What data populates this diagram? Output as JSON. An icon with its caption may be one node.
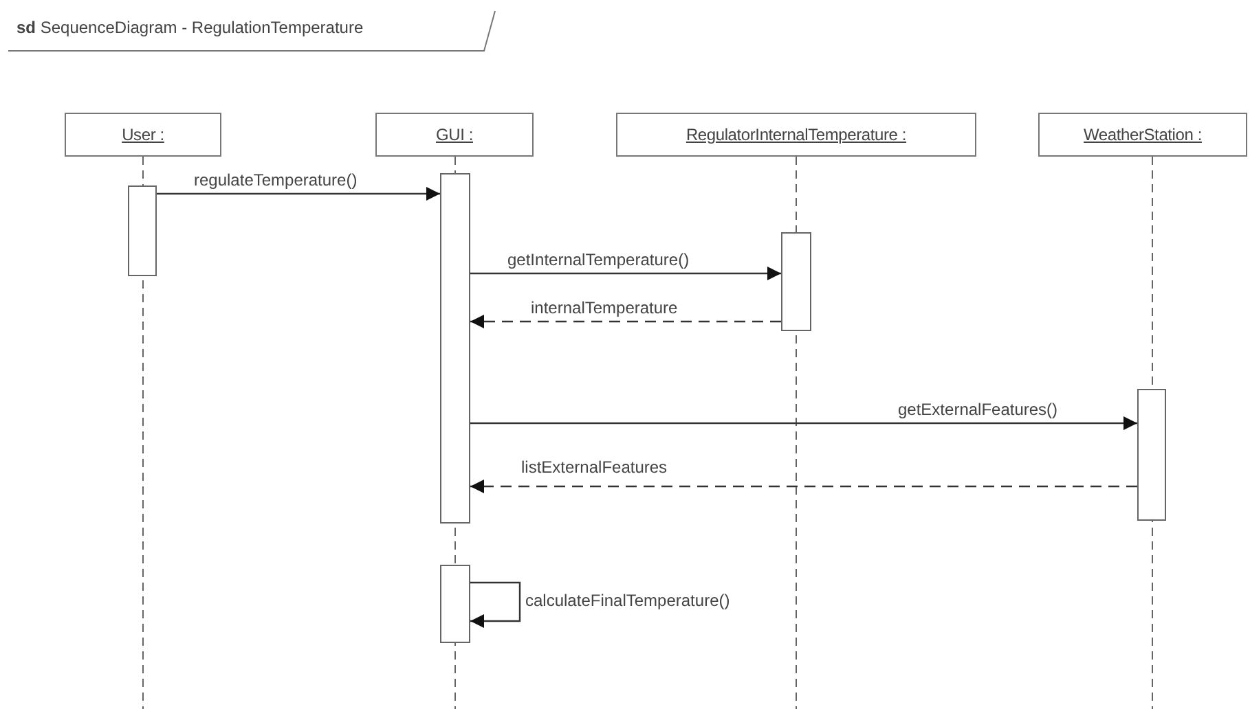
{
  "diagram": {
    "title": "**sd** SequenceDiagram - RegulationTemperature",
    "nodes": [
      {
        "text": [
          "User :"
        ]
      },
      {
        "text": [
          "GUI :"
        ]
      },
      {
        "text": [
          "RegulatorInternalTemperature :"
        ]
      },
      {
        "text": [
          "WeatherStation :"
        ]
      },
      {
        "text": [],
        "shape": "bar"
      },
      {
        "text": [],
        "shape": "bar"
      },
      {
        "text": [],
        "shape": "bar"
      },
      {
        "text": [],
        "shape": "bar"
      },
      {
        "text": [],
        "shape": "bar"
      }
    ],
    "edges": [
      {
        "from": 4,
        "to": 5,
        "arrow": "to",
        "label": "regulateTemperature()"
      },
      {
        "from": 5,
        "to": 6,
        "arrow": "to",
        "label": "getInternalTemperature()"
      },
      {
        "from": 6,
        "to": 5,
        "arrow": "to",
        "label": "internalTemperature",
        "style": "dashed"
      },
      {
        "from": 5,
        "to": 7,
        "arrow": "to",
        "label": "getExternalFeatures()"
      },
      {
        "from": 7,
        "to": 5,
        "arrow": "to",
        "label": "listExternalFeatures",
        "style": "dashed"
      },
      {
        "from": 8,
        "to": 8,
        "arrow": "to",
        "label": "calculateFinalTemperature()"
      }
    ]
  }
}
